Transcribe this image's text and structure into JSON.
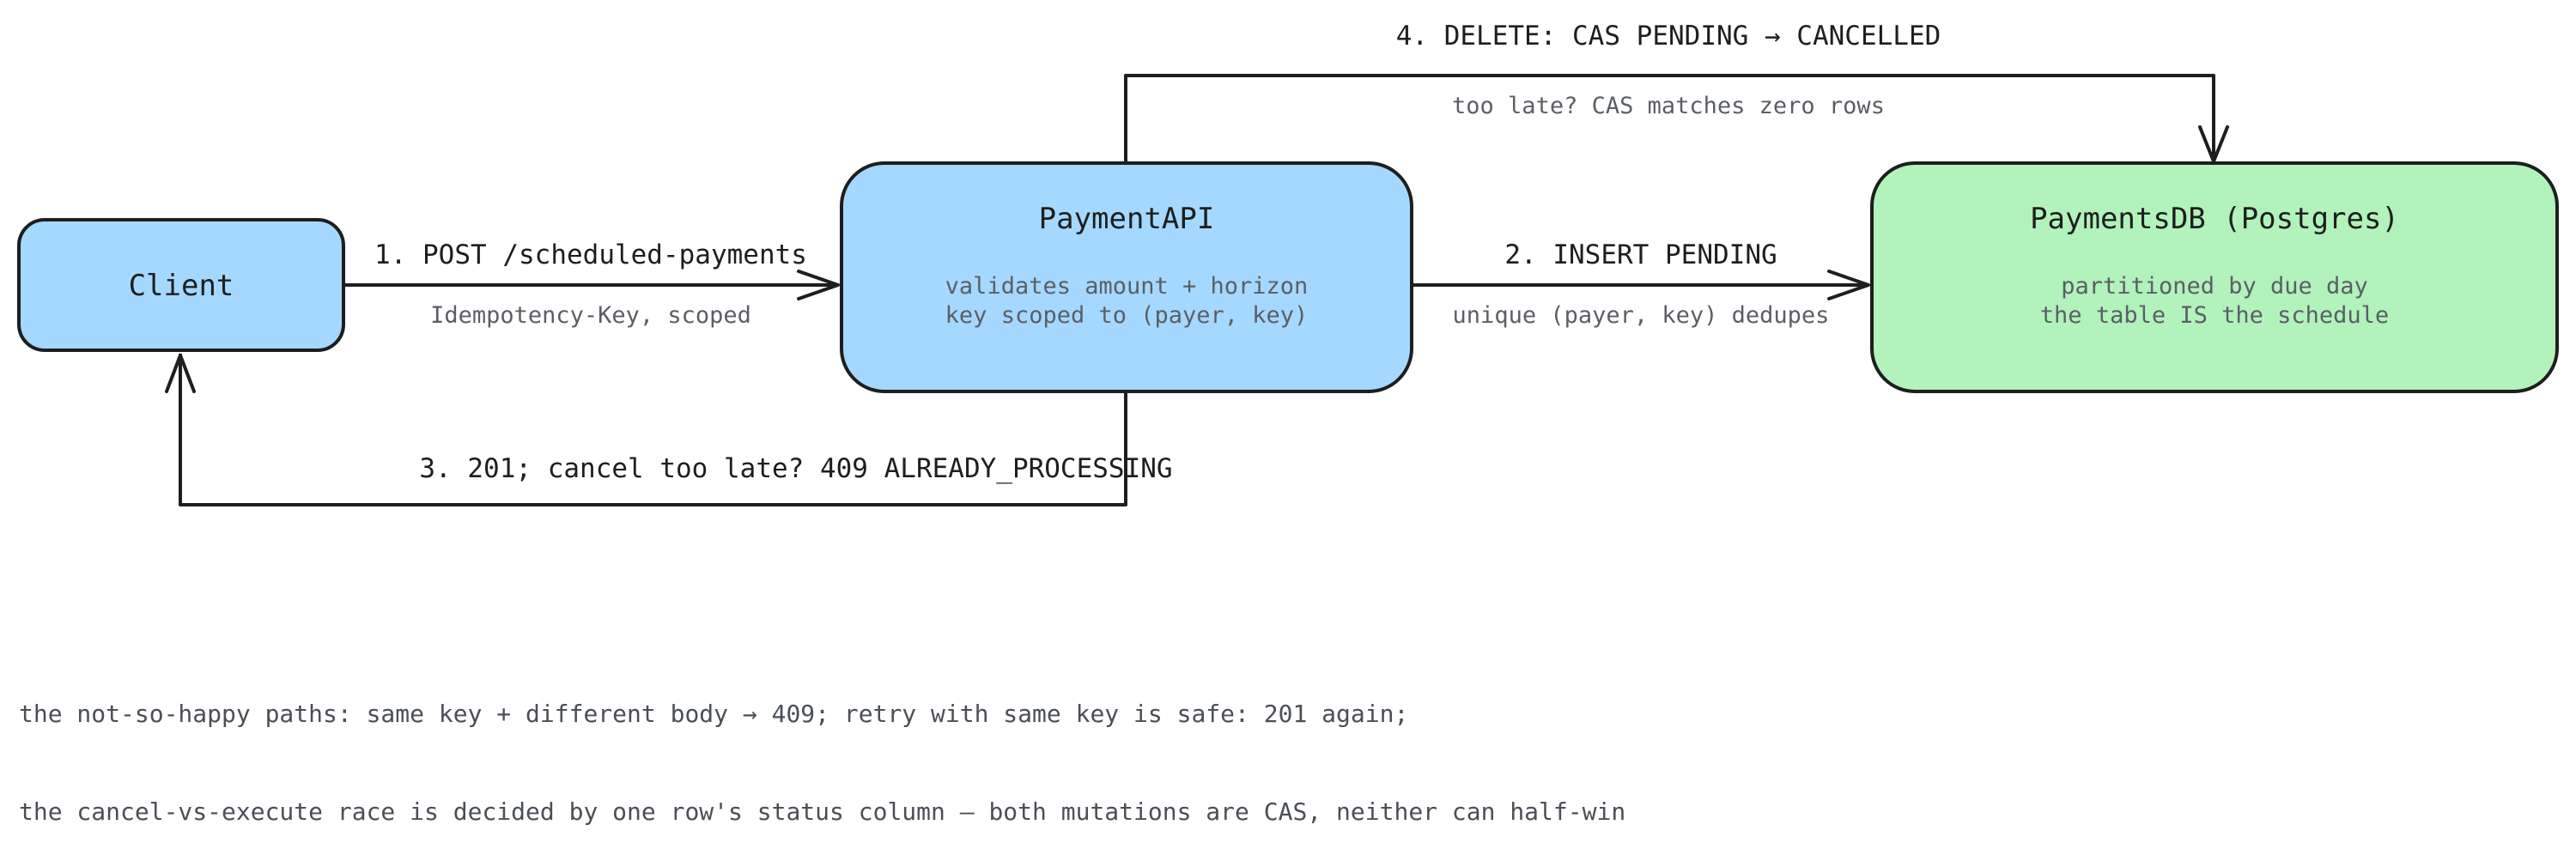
{
  "nodes": {
    "client": {
      "title": "Client",
      "fill": "#a5d8ff"
    },
    "api": {
      "title": "PaymentAPI",
      "sub1": "validates amount + horizon",
      "sub2": "key scoped to (payer, key)",
      "fill": "#a5d8ff"
    },
    "db": {
      "title": "PaymentsDB (Postgres)",
      "sub1": "partitioned by due day",
      "sub2": "the table IS the schedule",
      "fill": "#b2f2bb"
    }
  },
  "edges": {
    "post": {
      "label": "1. POST /scheduled-payments",
      "sub": "Idempotency-Key, scoped"
    },
    "insert": {
      "label": "2. INSERT PENDING",
      "sub": "unique (payer, key) dedupes"
    },
    "response": {
      "label": "3. 201; cancel too late? 409 ALREADY_PROCESSING"
    },
    "delete": {
      "label": "4. DELETE: CAS PENDING → CANCELLED",
      "sub": "too late? CAS matches zero rows"
    }
  },
  "notes": [
    "the not-so-happy paths: same key + different body → 409; retry with same key is safe: 201 again;",
    "the cancel-vs-execute race is decided by one row's status column — both mutations are CAS, neither can half-win"
  ],
  "colors": {
    "stroke": "#1e1e1e",
    "muted": "#5a5f66"
  }
}
